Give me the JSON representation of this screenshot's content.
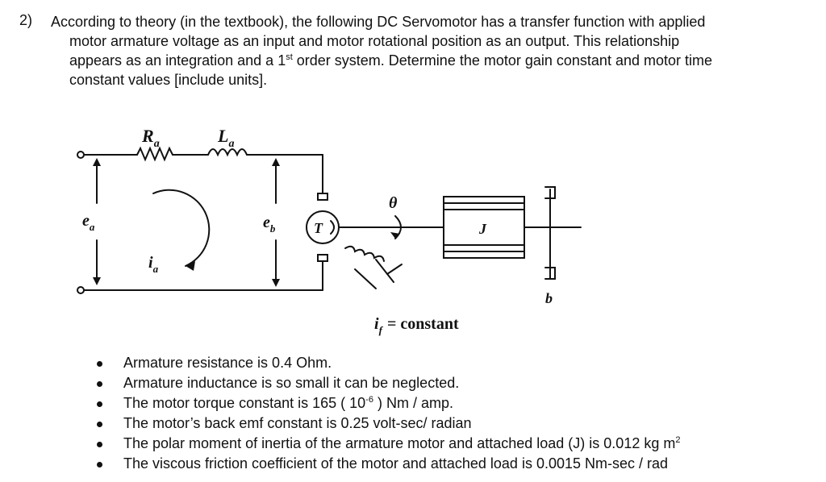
{
  "question": {
    "number": "2)",
    "line1": "According to theory (in the textbook), the following DC Servomotor has a transfer function with applied",
    "line2": "motor armature voltage as an input and motor rotational position as an output.  This relationship",
    "line3_before": "appears as an integration and a 1",
    "line3_sup": "st",
    "line3_after": " order system.  Determine the motor gain constant and motor time",
    "line4": "constant values  [include units]."
  },
  "diagram": {
    "Ra": "R",
    "Ra_sub": "a",
    "La": "L",
    "La_sub": "a",
    "ea": "e",
    "ea_sub": "a",
    "ia": "i",
    "ia_sub": "a",
    "eb": "e",
    "eb_sub": "b",
    "T": "T",
    "theta": "θ",
    "J": "J",
    "b": "b",
    "if": "i",
    "if_sub": "f",
    "if_value": "= constant"
  },
  "bullets": {
    "b1": "Armature resistance is  0.4 Ohm.",
    "b2": "Armature inductance is so small it can be neglected.",
    "b3_before": "The motor torque constant is 165 ( 10",
    "b3_sup": "-6",
    "b3_after": " ) Nm / amp.",
    "b4": "The motor’s back emf constant is 0.25 volt-sec/ radian",
    "b5_before": "The polar moment of inertia of the armature motor and attached load (J) is 0.012 kg m",
    "b5_sup": "2",
    "b6": "The viscous friction coefficient of the motor and attached load is 0.0015 Nm-sec / rad"
  }
}
